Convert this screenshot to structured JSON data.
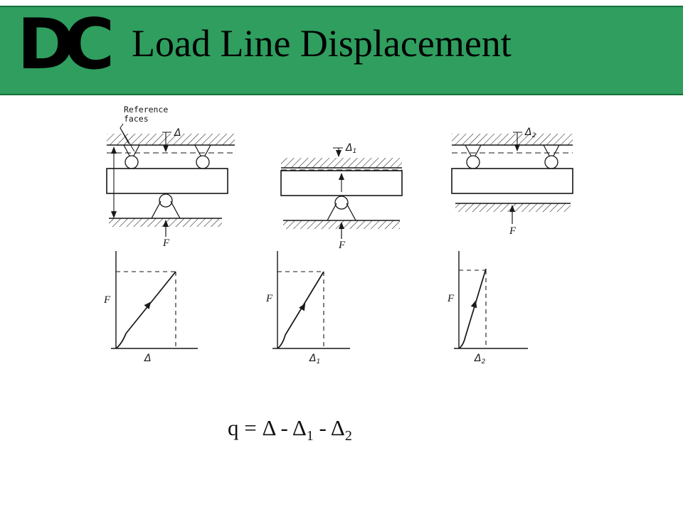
{
  "header": {
    "logo_text": "DC",
    "title": "Load Line Displacement",
    "bg_color": "#2f9e5f",
    "border_color": "#15703c"
  },
  "labels": {
    "reference_line1": "Reference",
    "reference_line2": "faces",
    "force": "F",
    "delta": "Δ",
    "sub_one": "1",
    "sub_two": "2"
  },
  "formula": {
    "lead": "q = Δ - Δ",
    "sub1": "1",
    "mid": " - Δ",
    "sub2": "2"
  }
}
